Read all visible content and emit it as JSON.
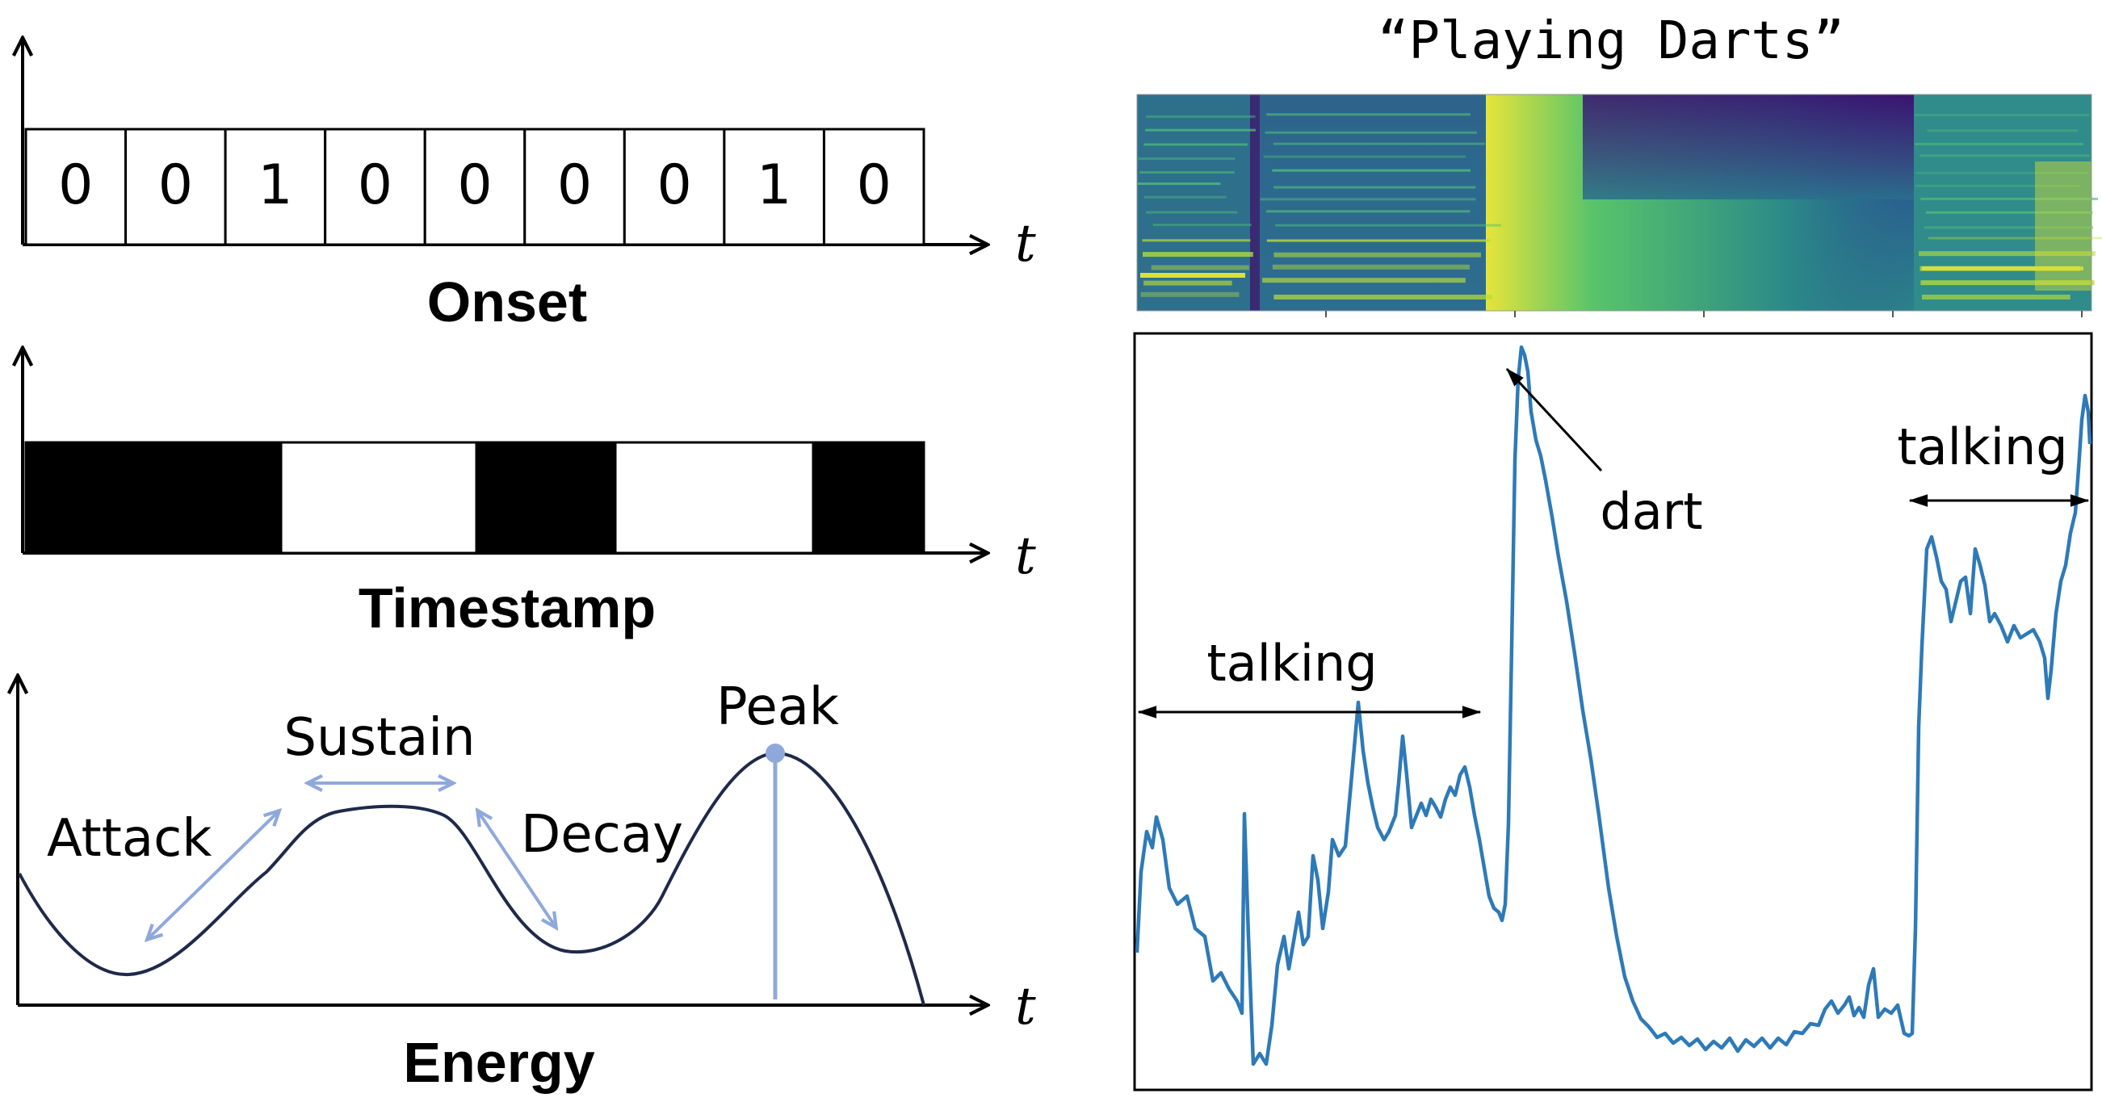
{
  "colors": {
    "ink": "#000000",
    "energy_curve": "#1f2a4a",
    "annotation_arrow": "#8fa8dc",
    "signal_line": "#2e7ab8",
    "spectrogram_low": "#3b0f70",
    "spectrogram_mid": "#21918c",
    "spectrogram_high": "#f6e620"
  },
  "icons": {
    "axis_arrow": "arrow-head-icon",
    "double_arrow": "double-headed-arrow-icon"
  },
  "onset": {
    "title": "Onset",
    "axis_label": "t",
    "cells": [
      "0",
      "0",
      "1",
      "0",
      "0",
      "0",
      "0",
      "1",
      "0"
    ]
  },
  "timestamp": {
    "title": "Timestamp",
    "axis_label": "t",
    "pattern": [
      1,
      0,
      1,
      0,
      1
    ]
  },
  "energy": {
    "title": "Energy",
    "axis_label": "t",
    "labels": {
      "attack": "Attack",
      "sustain": "Sustain",
      "decay": "Decay",
      "peak": "Peak"
    }
  },
  "example": {
    "title": "“Playing Darts”",
    "annotations": {
      "talking_left": "talking",
      "dart": "dart",
      "talking_right": "talking"
    }
  }
}
